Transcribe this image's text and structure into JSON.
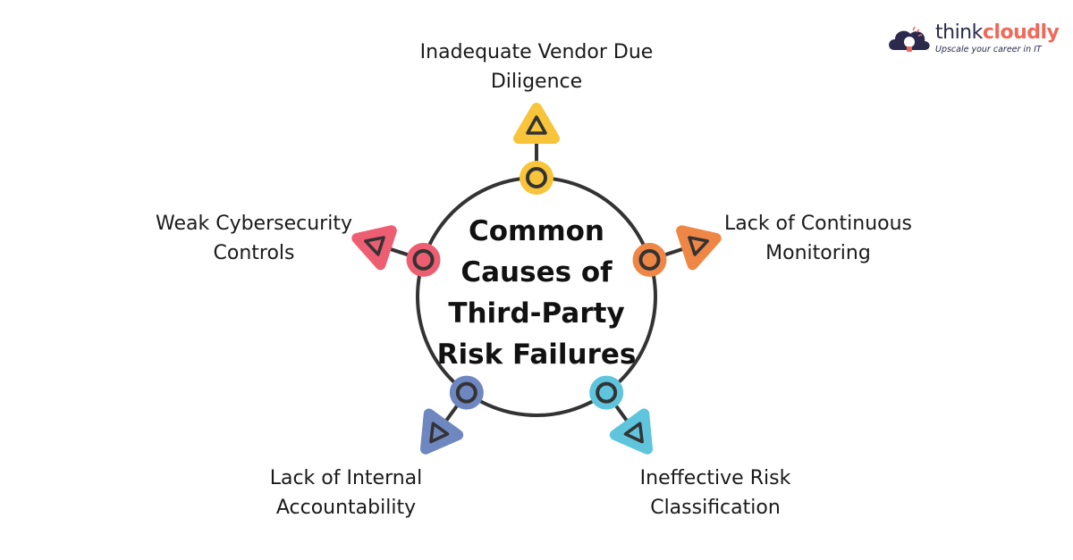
{
  "title": "Common Causes of Third-Party Risk Failures",
  "title_lines": [
    "Common",
    "Causes of",
    "Third-Party",
    "Risk Failures"
  ],
  "logo": {
    "brand_part1": "think",
    "brand_part2": "cloudly",
    "tagline": "Upscale your career in IT"
  },
  "items": [
    {
      "lines": [
        "Inadequate Vendor Due",
        "Diligence"
      ],
      "color": "#F8C43A",
      "icon": "triangle-icon"
    },
    {
      "lines": [
        "Lack of Continuous",
        "Monitoring"
      ],
      "color": "#EE8745",
      "icon": "triangle-icon"
    },
    {
      "lines": [
        "Ineffective Risk",
        "Classification"
      ],
      "color": "#5FC5DD",
      "icon": "triangle-icon"
    },
    {
      "lines": [
        "Lack of Internal",
        "Accountability"
      ],
      "color": "#6F87C1",
      "icon": "triangle-icon"
    },
    {
      "lines": [
        "Weak Cybersecurity",
        "Controls"
      ],
      "color": "#EE5E72",
      "icon": "triangle-icon"
    }
  ]
}
